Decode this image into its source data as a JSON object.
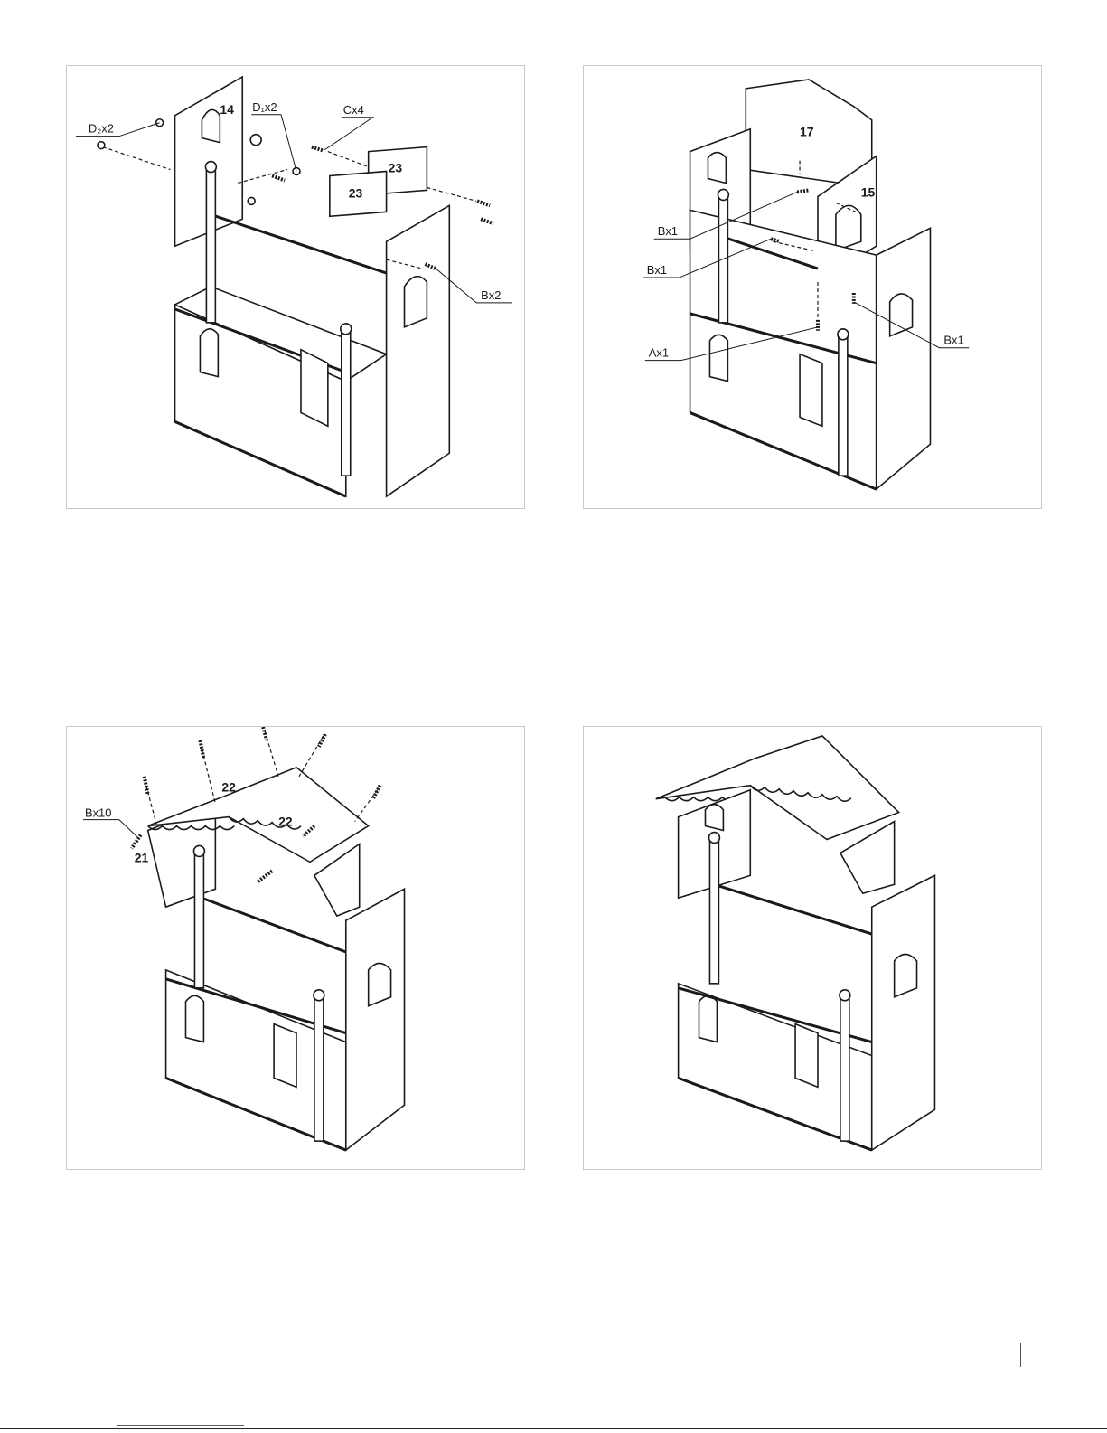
{
  "step1": {
    "labels": {
      "d2": "D₂x2",
      "d1": "D₁x2",
      "c": "Cx4",
      "b": "Bx2"
    },
    "parts": {
      "p14": "14",
      "p23a": "23",
      "p23b": "23"
    }
  },
  "step2": {
    "labels": {
      "b1": "Bx1",
      "b2": "Bx1",
      "b3": "Bx1",
      "a": "Ax1"
    },
    "parts": {
      "p17": "17",
      "p15": "15"
    }
  },
  "step3": {
    "labels": {
      "b": "Bx10"
    },
    "parts": {
      "p21": "21",
      "p22a": "22",
      "p22b": "22"
    }
  },
  "step4": {}
}
